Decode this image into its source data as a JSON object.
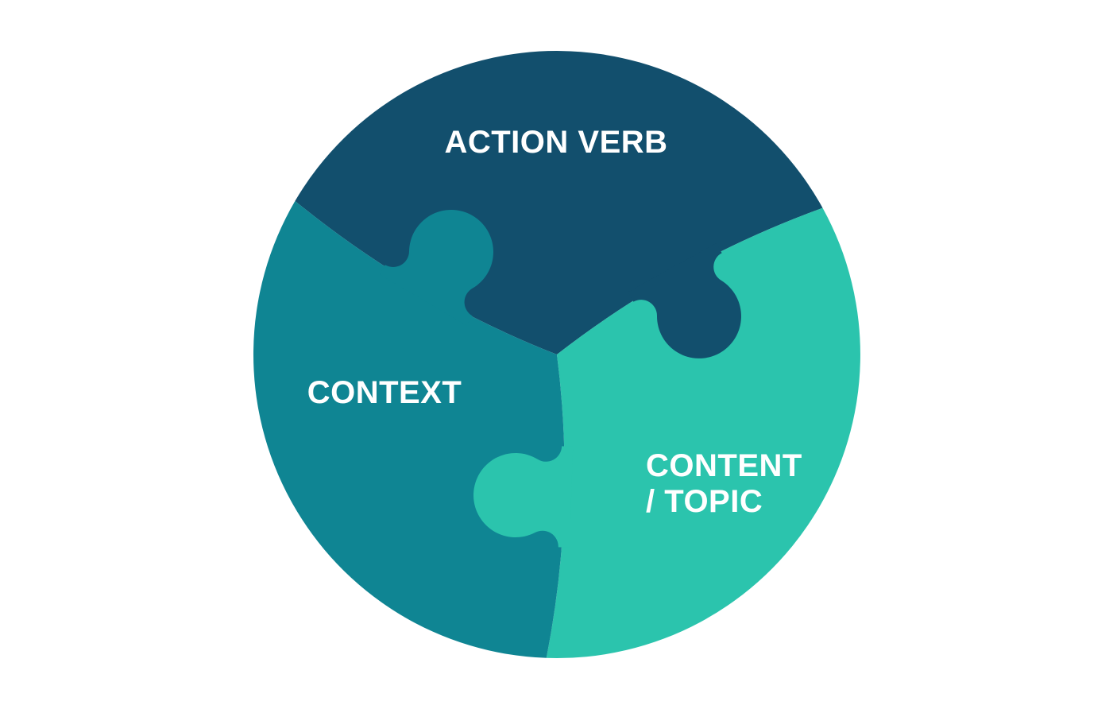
{
  "diagram": {
    "type": "puzzle-circle",
    "background_color": "#ffffff",
    "text_color": "#ffffff",
    "pieces": [
      {
        "id": "action-verb",
        "label": "ACTION VERB",
        "color": "#124f6d",
        "position": "top"
      },
      {
        "id": "context",
        "label": "CONTEXT",
        "color": "#0f8593",
        "position": "left"
      },
      {
        "id": "content-topic",
        "label": "CONTENT / TOPIC",
        "label_line1": "CONTENT",
        "label_line2": "/ TOPIC",
        "color": "#2bc4ad",
        "position": "right"
      }
    ]
  }
}
